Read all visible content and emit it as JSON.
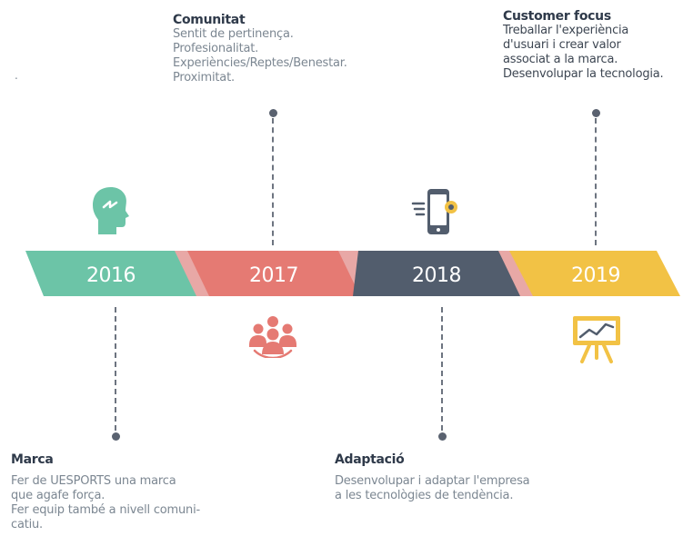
{
  "stray_mark": ".",
  "timeline": [
    {
      "year": "2016",
      "color": "#6cc4a7"
    },
    {
      "year": "2017",
      "color": "#e57a73"
    },
    {
      "year": "2018",
      "color": "#525d6d"
    },
    {
      "year": "2019",
      "color": "#f2c245"
    }
  ],
  "connector_color": "#e8a8a6",
  "icons": {
    "y2016": "brain-head-icon",
    "y2017": "group-people-icon",
    "y2018": "smartphone-settings-icon",
    "y2019": "presentation-chart-icon"
  },
  "notes": {
    "comunitat": {
      "title": "Comunitat",
      "lines": [
        "Sentit de pertinença.",
        "Profesionalitat.",
        "Experiències/Reptes/Benestar.",
        "Proximitat."
      ]
    },
    "customer_focus": {
      "title": "Customer focus",
      "lines": [
        "Treballar l'experiència",
        "d'usuari i crear valor",
        "associat a la marca.",
        "Desenvolupar la tecnologia."
      ]
    },
    "marca": {
      "title": "Marca",
      "lines": [
        "Fer de UESPORTS una marca",
        "que agafe força.",
        "Fer equip també a nivell comuni-",
        "catiu."
      ]
    },
    "adaptacio": {
      "title": "Adaptació",
      "lines": [
        "Desenvolupar i adaptar l'empresa",
        "a les tecnològies de tendència."
      ]
    }
  }
}
